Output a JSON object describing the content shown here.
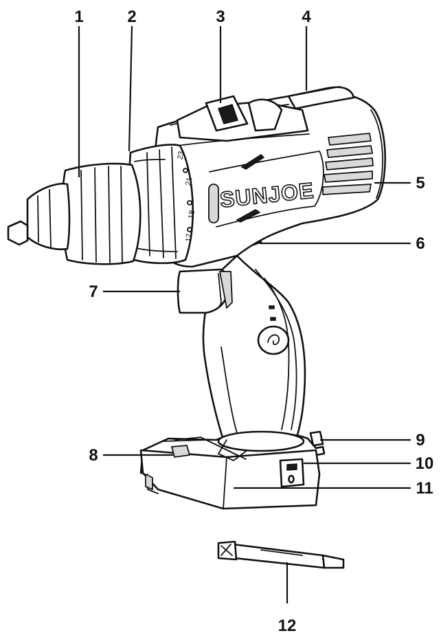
{
  "diagram": {
    "brand_text": "SUNJOE",
    "clutch_marks": [
      "23",
      "21",
      "18",
      "17"
    ],
    "callouts": [
      {
        "id": "1",
        "label": "1"
      },
      {
        "id": "2",
        "label": "2"
      },
      {
        "id": "3",
        "label": "3"
      },
      {
        "id": "4",
        "label": "4"
      },
      {
        "id": "5",
        "label": "5"
      },
      {
        "id": "6",
        "label": "6"
      },
      {
        "id": "7",
        "label": "7"
      },
      {
        "id": "8",
        "label": "8"
      },
      {
        "id": "9",
        "label": "9"
      },
      {
        "id": "10",
        "label": "10"
      },
      {
        "id": "11",
        "label": "11"
      },
      {
        "id": "12",
        "label": "12"
      }
    ],
    "colors": {
      "ink": "#111111",
      "paper": "#ffffff"
    }
  }
}
